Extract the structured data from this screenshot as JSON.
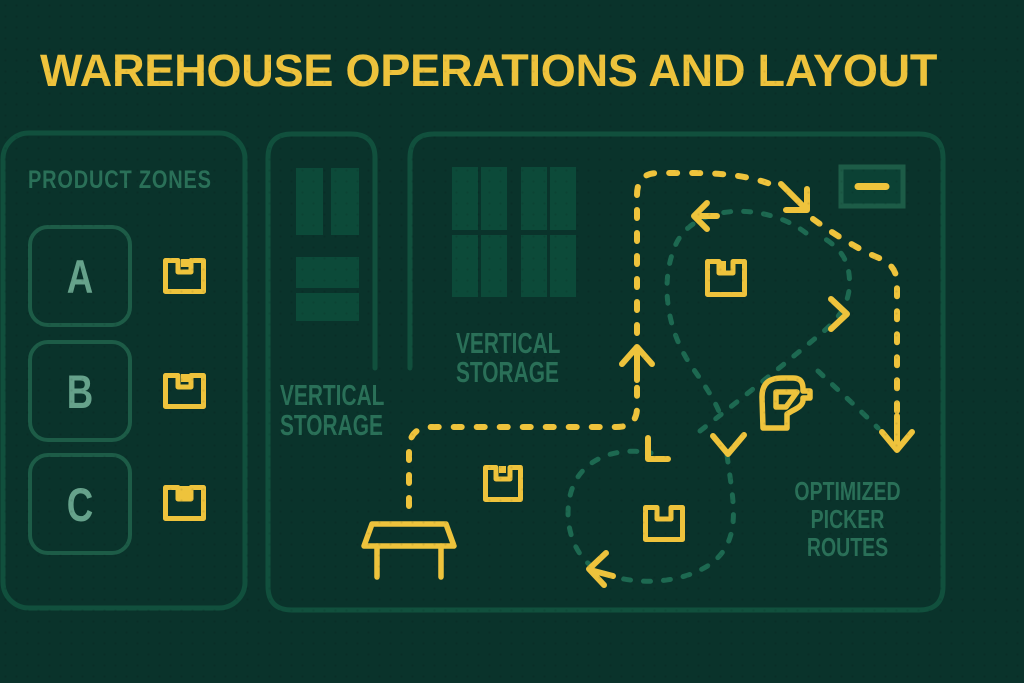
{
  "title": "WAREHOUSE OPERATIONS AND LAYOUT",
  "colors": {
    "background": "#0a332b",
    "panel-border": "#11503d",
    "zone-border": "#1d5c47",
    "shelf-fill": "#0c4a39",
    "door-fill": "#0b4134",
    "yellow": "#eec33c",
    "teal-dash": "#1d6951",
    "label-teal": "#2a7058",
    "zone-letter": "#66a28b"
  },
  "product_zones": {
    "label": "PRODUCT ZONES",
    "zones": [
      {
        "letter": "A",
        "icon": "package-box-icon"
      },
      {
        "letter": "B",
        "icon": "package-box-icon"
      },
      {
        "letter": "C",
        "icon": "package-box-filled-icon"
      }
    ]
  },
  "storage": {
    "small_label": "VERTICAL\nSTORAGE",
    "large_label": "VERTICAL\nSTORAGE"
  },
  "picker_routes": {
    "label": "OPTIMIZED\nPICKER\nROUTES",
    "main_route_style": "yellow-dashed",
    "alt_route_style": "teal-dashed"
  },
  "icons": {
    "scanner": "barcode-scanner-icon",
    "table": "packing-table-icon",
    "door": "dock-door-icon",
    "box": "package-box-icon"
  }
}
